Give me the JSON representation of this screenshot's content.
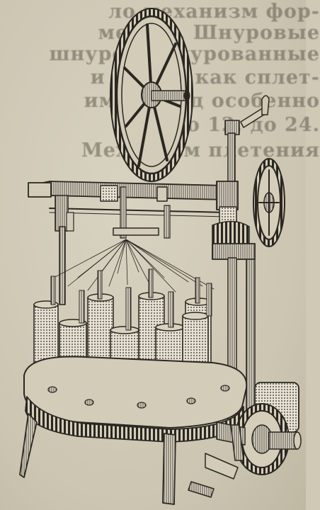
{
  "background_text": {
    "lines": [
      "ло механизм фор-",
      "местах. Шнуровые",
      "шнуров, шнурованные",
      "и такие, как сплет-",
      "имеет ряд особенно",
      "от 8 до 12, до 24.",
      "Механизм плетения"
    ]
  },
  "colors": {
    "paper": "#cfc9b6",
    "ink": "#2a2722",
    "bleed_text": "#5f5a4e"
  },
  "icons": {
    "machine": "braiding-machine-engraving"
  }
}
